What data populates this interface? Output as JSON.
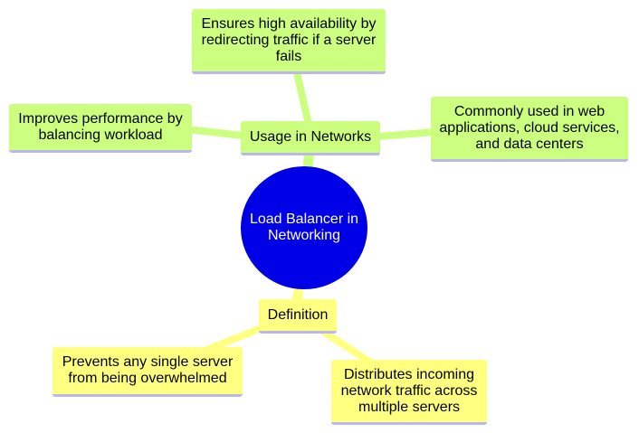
{
  "root": {
    "label": "Load Balancer in Networking",
    "color": "#0000e6"
  },
  "branches": {
    "usage": {
      "label": "Usage in Networks",
      "color": "#ccff80",
      "children": [
        "Ensures high availability by redirecting traffic if a server fails",
        "Improves performance by balancing workload",
        "Commonly used in web applications, cloud services, and data centers"
      ]
    },
    "definition": {
      "label": "Definition",
      "color": "#ffff80",
      "children": [
        "Prevents any single server from being overwhelmed",
        "Distributes incoming network traffic across multiple servers"
      ]
    }
  },
  "edge_color_usage": "#ccff80",
  "edge_color_definition": "#ffff80",
  "underline_color": "#bbb6ee"
}
